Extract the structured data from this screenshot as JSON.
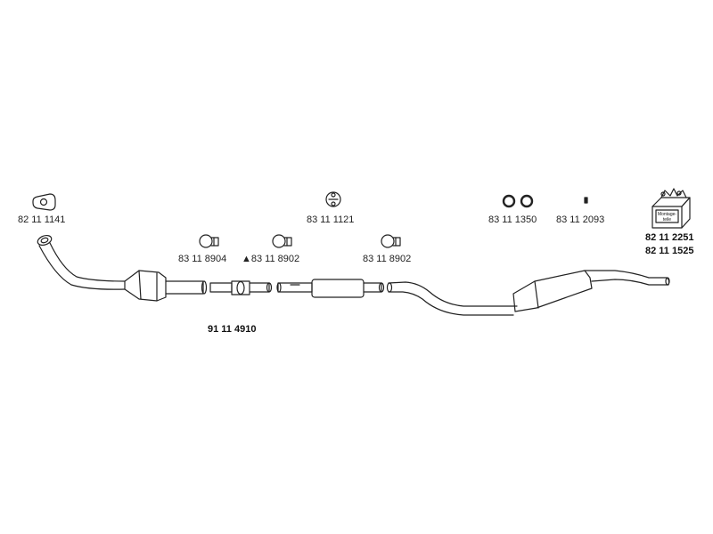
{
  "diagram": {
    "parts": [
      {
        "id": "flange-gasket",
        "part_no": "82 11 1141",
        "icon": "flange-gasket-icon"
      },
      {
        "id": "hanger-rubber",
        "part_no": "83 11 1121",
        "icon": "hanger-icon"
      },
      {
        "id": "o-rings",
        "part_no": "83 11 1350",
        "icon": "o-ring-pair-icon"
      },
      {
        "id": "small-part",
        "part_no": "83 11 2093",
        "icon": "small-part-icon"
      },
      {
        "id": "clamp-1",
        "part_no": "83 11 8904",
        "icon": "clamp-icon"
      },
      {
        "id": "clamp-2",
        "part_no": "83 11 8902",
        "icon": "clamp-icon",
        "marker": "▲"
      },
      {
        "id": "clamp-3",
        "part_no": "83 11 8902",
        "icon": "clamp-icon"
      }
    ],
    "assembly_no": "91 11 4910",
    "kit": {
      "label_line1": "Montage-",
      "label_line2": "teile",
      "part_nos": [
        "82 11 2251",
        "82 11 1525"
      ]
    }
  }
}
